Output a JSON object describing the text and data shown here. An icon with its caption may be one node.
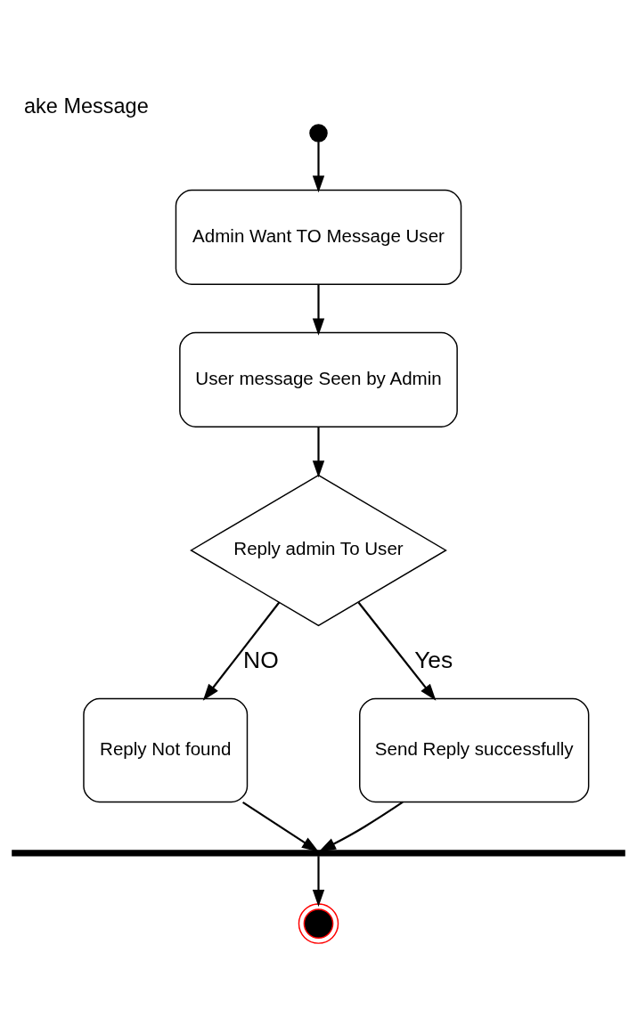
{
  "diagram": {
    "title": "ake Message",
    "nodes": [
      {
        "text": [],
        "shape": "circle"
      },
      {
        "text": [
          "Admin Want TO Message User"
        ]
      },
      {
        "text": [
          "User message Seen by Admin"
        ]
      },
      {
        "text": [
          "Reply admin To User"
        ]
      },
      {
        "text": [
          "Reply Not found"
        ]
      },
      {
        "text": [
          "Send Reply successfully"
        ]
      },
      {
        "text": [],
        "shape": "bar"
      },
      {
        "text": [],
        "shape": "circle"
      }
    ],
    "edges": [
      {
        "from": 0,
        "to": 1,
        "arrow": "to"
      },
      {
        "from": 1,
        "to": 2,
        "arrow": "to"
      },
      {
        "from": 2,
        "to": 3,
        "arrow": "to"
      },
      {
        "from": 3,
        "to": 4,
        "arrow": "to",
        "label": "NO"
      },
      {
        "from": 3,
        "to": 5,
        "arrow": "to",
        "label": "Yes"
      },
      {
        "from": 4,
        "to": 6,
        "arrow": "to"
      },
      {
        "from": 5,
        "to": 6,
        "arrow": "to"
      },
      {
        "from": 6,
        "to": 7,
        "arrow": "to"
      }
    ]
  }
}
